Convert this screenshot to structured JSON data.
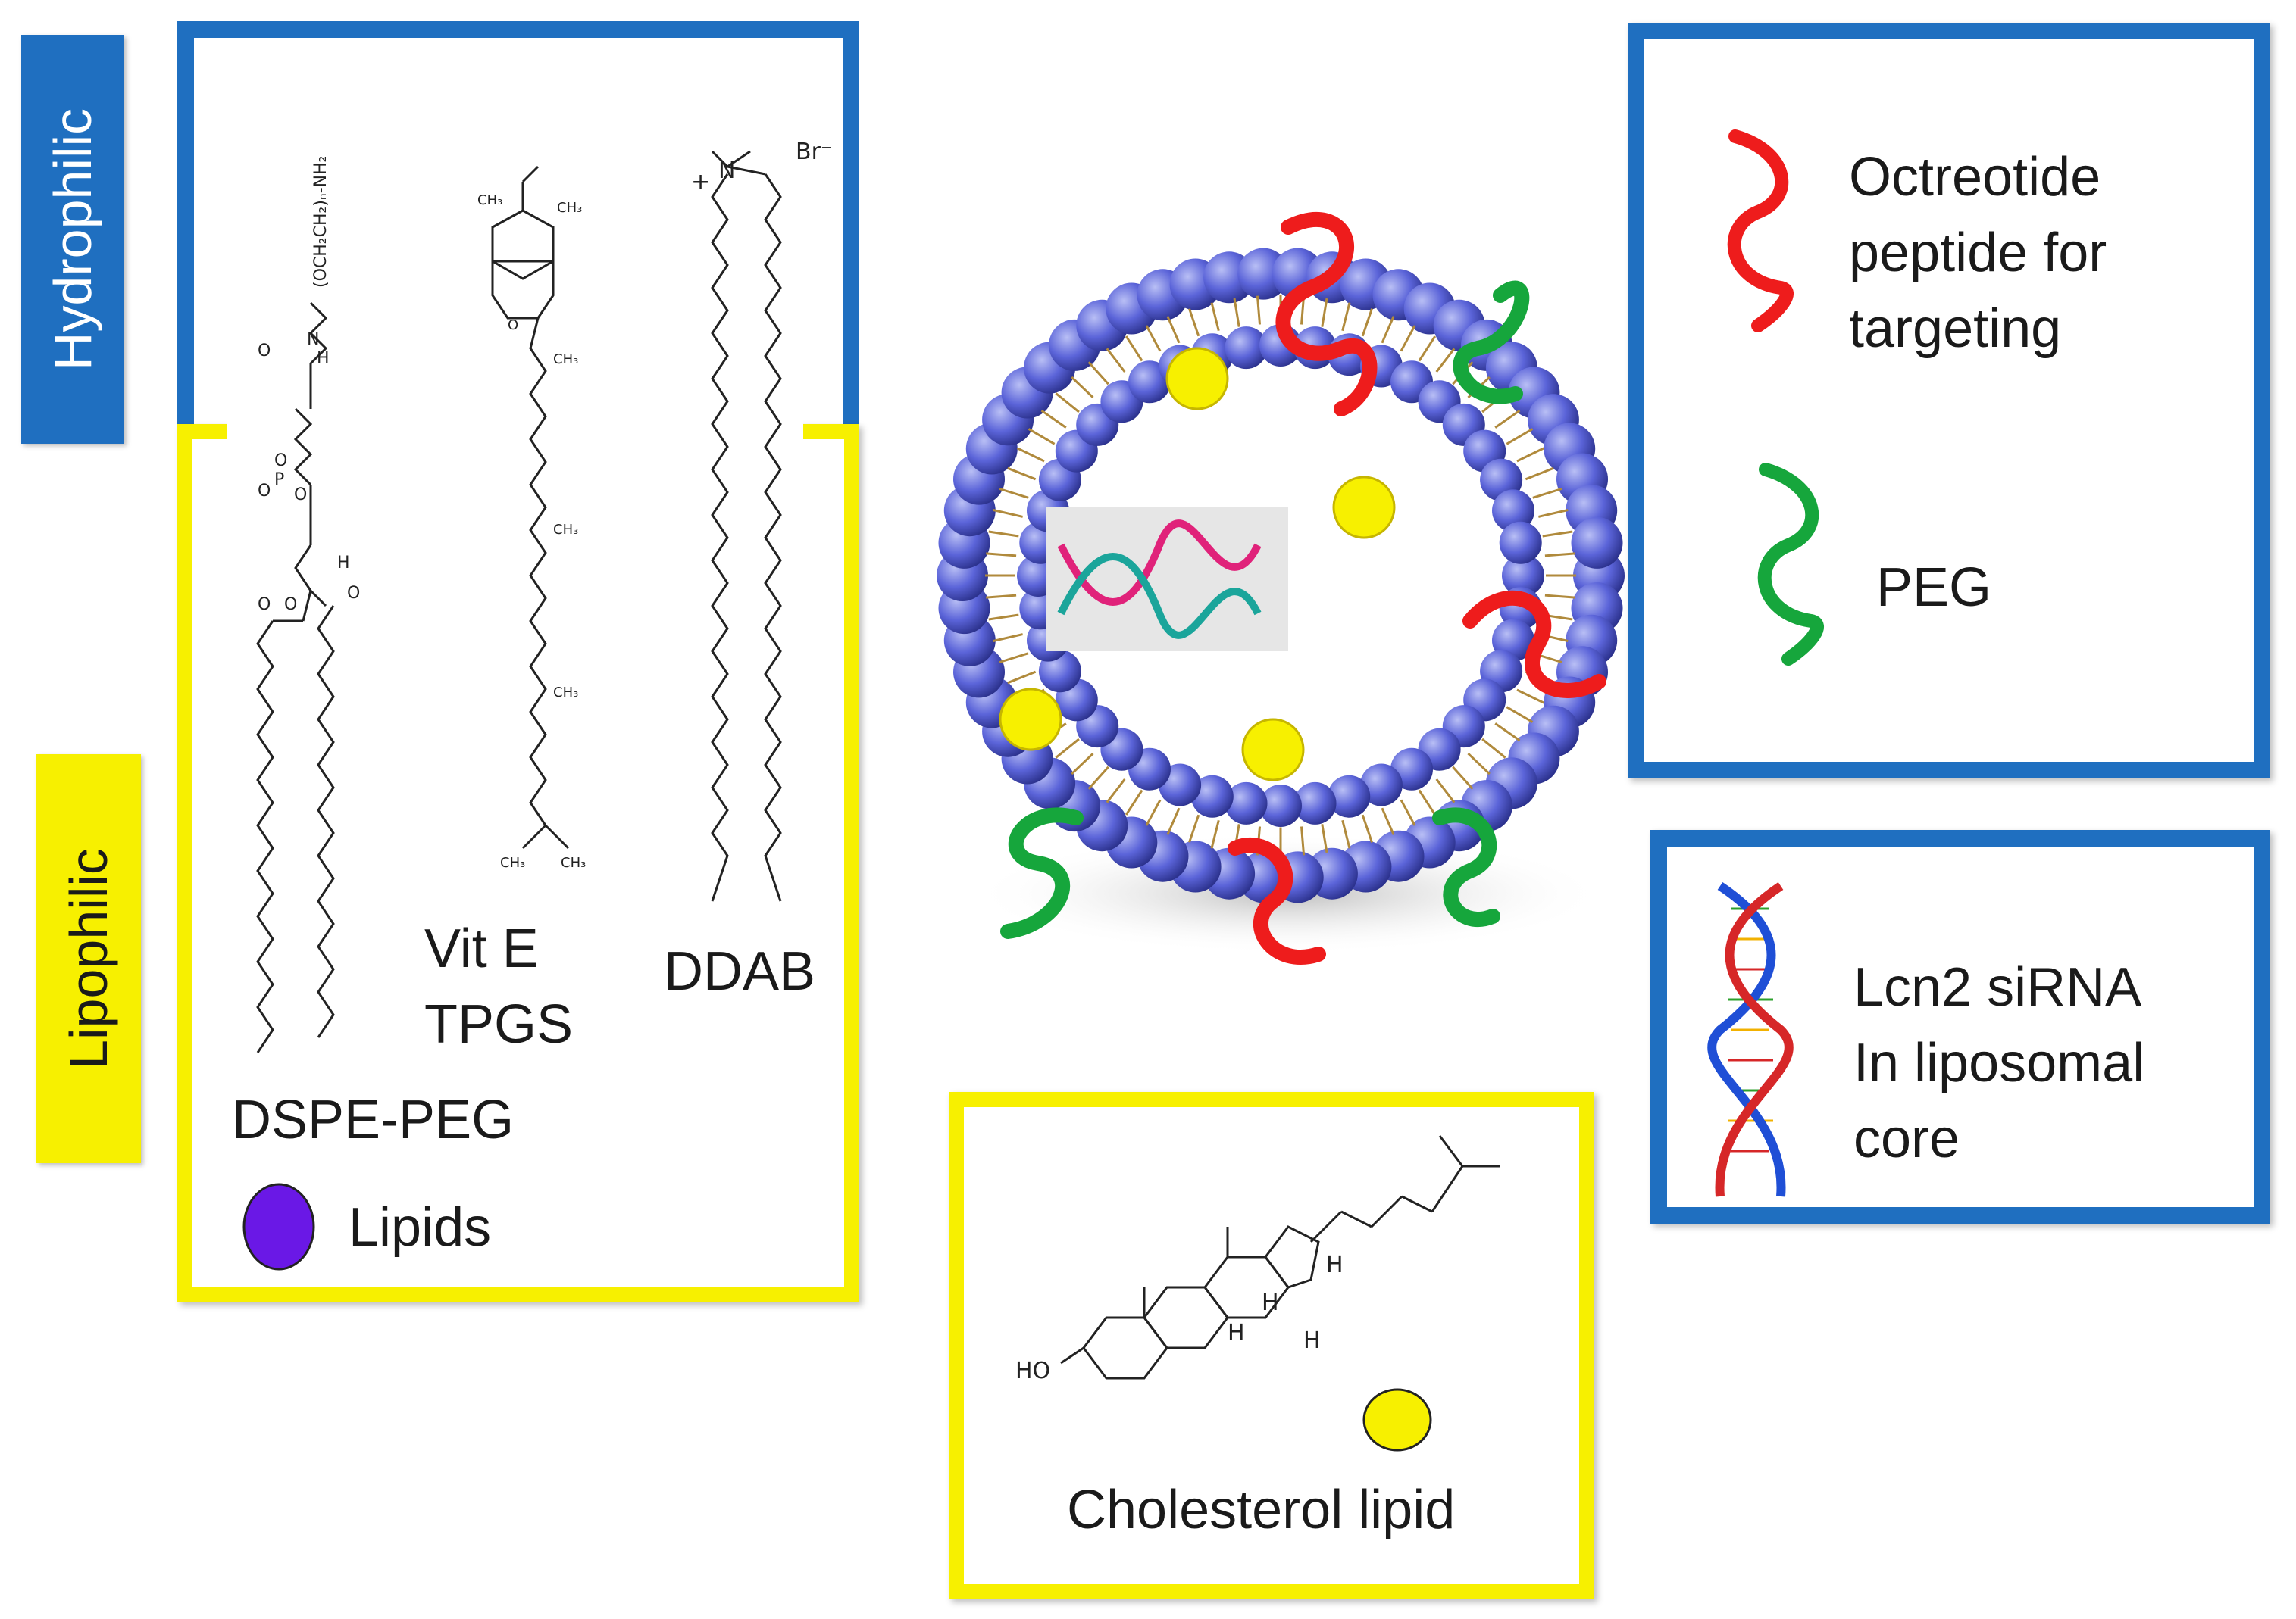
{
  "side_tags": {
    "hydrophilic": "Hydrophilic",
    "lipophilic": "Lipophilic"
  },
  "lipid_panel": {
    "dspe_label": "DSPE-PEG",
    "vite_label_1": "Vit E",
    "vite_label_2": "TPGS",
    "ddab_label": "DDAB",
    "legend_label": "Lipids",
    "dspe_headgroup": "(OCH₂CH₂)ₙ-NH₂",
    "ddab_counterion": "Br⁻",
    "ddab_charge": "+",
    "ddab_n": "N"
  },
  "targeting_panel": {
    "octreotide_line1": "Octreotide",
    "octreotide_line2": "peptide for",
    "octreotide_line3": "targeting",
    "peg_label": "PEG"
  },
  "sirna_panel": {
    "line1": "Lcn2 siRNA",
    "line2": "In liposomal",
    "line3": "core"
  },
  "cholesterol_panel": {
    "label": "Cholesterol lipid",
    "ho": "HO",
    "h": "H"
  },
  "colors": {
    "blue": "#1f6fc0",
    "yellow": "#f7f000",
    "red": "#ee1c1c",
    "green": "#16a63c",
    "lipid_purple": "#6a18e6",
    "lipid_ball": "#5b64d9"
  }
}
